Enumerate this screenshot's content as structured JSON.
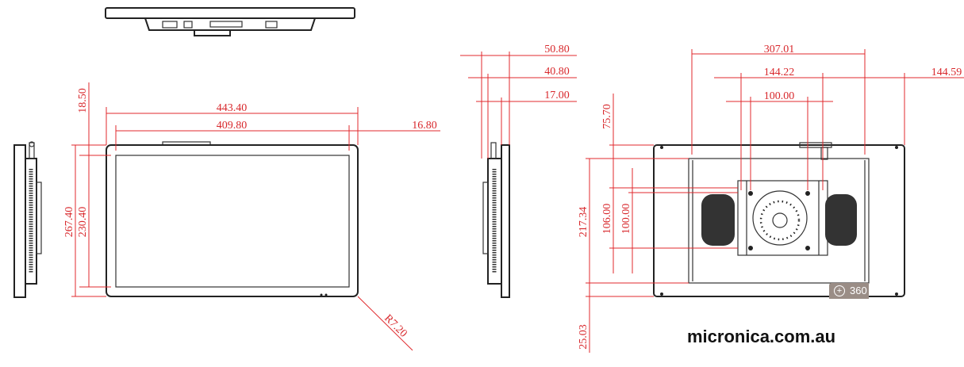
{
  "front_view": {
    "width_outer": "443.40",
    "width_screen": "409.80",
    "bezel_side": "16.80",
    "bezel_top": "18.50",
    "height_outer": "267.40",
    "height_screen": "230.40",
    "corner_radius": "R7.20"
  },
  "side_view": {
    "depth_total": "50.80",
    "depth_mid": "40.80",
    "depth_thin": "17.00"
  },
  "back_view": {
    "width_inner": "307.01",
    "offset_left": "144.22",
    "offset_right": "144.59",
    "vesa_h": "100.00",
    "top_offset": "75.70",
    "height_inner": "217.34",
    "hole_span": "106.00",
    "vesa_v": "100.00",
    "bottom_offset": "25.03"
  },
  "brand": "micronica.com.au",
  "badge": {
    "label": "360",
    "icon": "plus-icon"
  },
  "colors": {
    "dimension": "#e0282c",
    "outline": "#222222"
  }
}
